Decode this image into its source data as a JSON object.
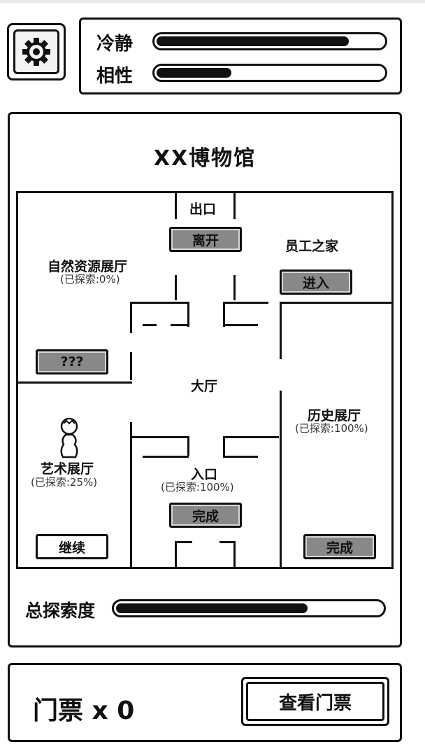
{
  "stats": {
    "calm_label": "冷静",
    "calm_value": 0.85,
    "affinity_label": "相性",
    "affinity_value": 0.33
  },
  "museum": {
    "title": "XX博物馆",
    "exit": {
      "label": "出口",
      "button": "离开"
    },
    "staff": {
      "label": "员工之家",
      "button": "进入"
    },
    "nature": {
      "label": "自然资源展厅",
      "progress": "(已探索:0%)",
      "button": "???"
    },
    "hall": {
      "label": "大厅"
    },
    "history": {
      "label": "历史展厅",
      "progress": "(已探索:100%)",
      "button": "完成"
    },
    "art": {
      "label": "艺术展厅",
      "progress": "(已探索:25%)",
      "button": "继续"
    },
    "entrance": {
      "label": "入口",
      "progress": "(已探索:100%)",
      "button": "完成"
    },
    "total_label": "总探索度",
    "total_value": 0.72
  },
  "ticket": {
    "label": "门票 x 0",
    "button": "查看门票"
  },
  "icons": [
    "gear-icon",
    "player-pawn-icon"
  ],
  "colors": {
    "ink": "#111111",
    "button_gray": "#888888",
    "background": "#ffffff"
  }
}
